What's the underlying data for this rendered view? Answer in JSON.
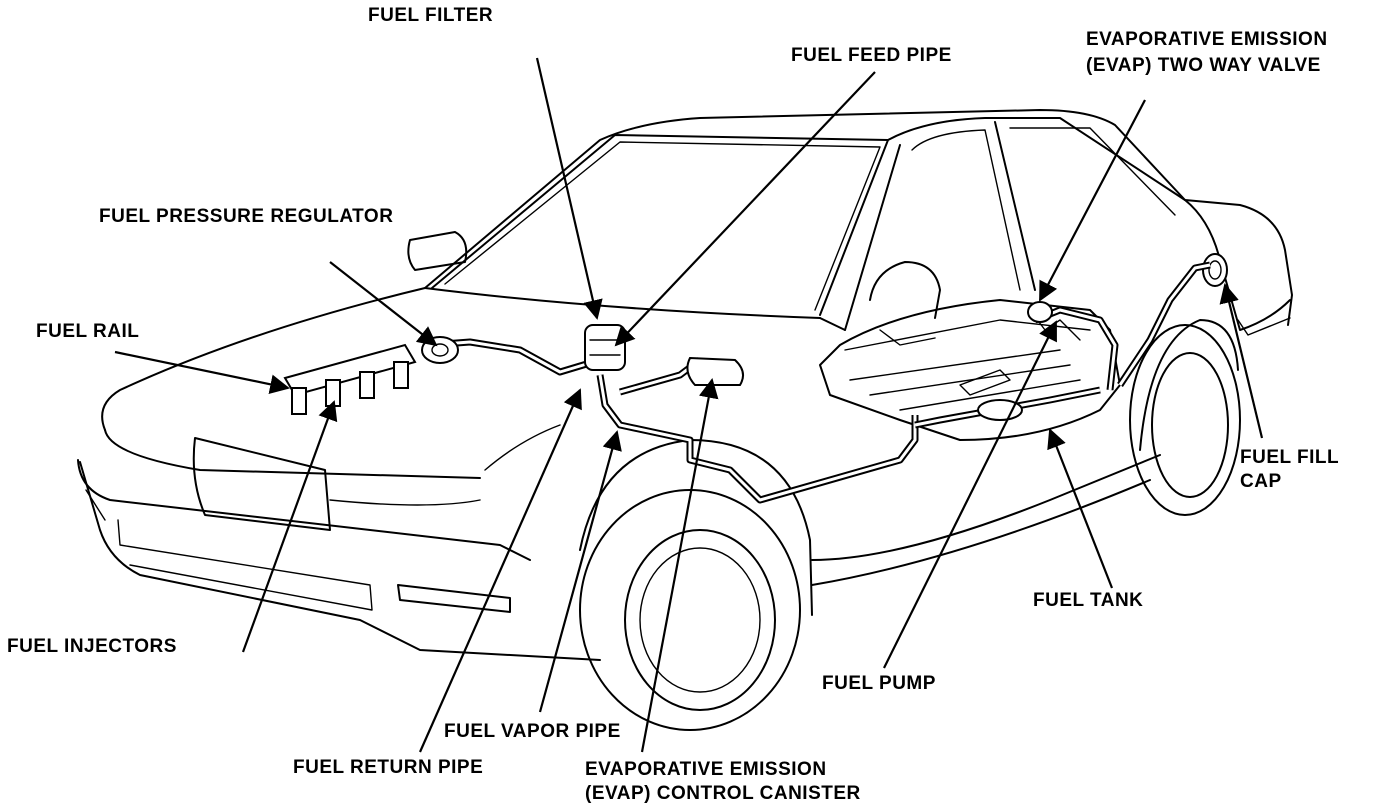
{
  "labels": {
    "fuel_filter": "FUEL FILTER",
    "fuel_feed_pipe": "FUEL FEED PIPE",
    "evap_two_way_line1": "EVAPORATIVE EMISSION",
    "evap_two_way_line2": "(EVAP) TWO WAY VALVE",
    "fuel_pressure_regulator": "FUEL PRESSURE REGULATOR",
    "fuel_rail": "FUEL RAIL",
    "fuel_injectors": "FUEL INJECTORS",
    "fuel_fill_cap_line1": "FUEL FILL",
    "fuel_fill_cap_line2": "CAP",
    "fuel_tank": "FUEL TANK",
    "fuel_pump": "FUEL PUMP",
    "fuel_vapor_pipe": "FUEL VAPOR PIPE",
    "fuel_return_pipe": "FUEL RETURN PIPE",
    "evap_canister_line1": "EVAPORATIVE EMISSION",
    "evap_canister_line2": "(EVAP) CONTROL CANISTER"
  }
}
